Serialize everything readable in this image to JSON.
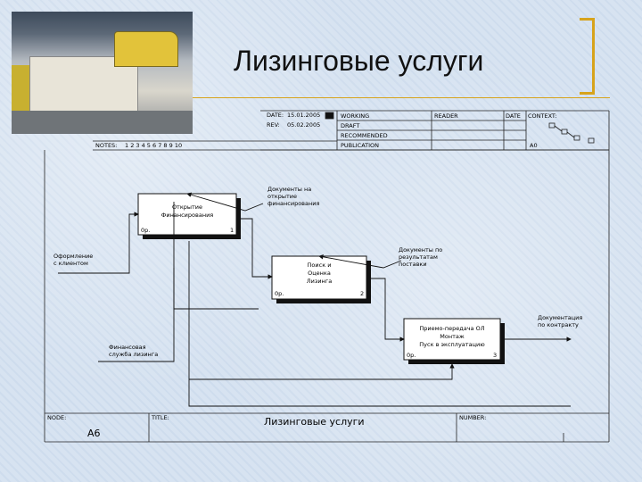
{
  "slide": {
    "title": "Лизинговые услуги"
  },
  "header": {
    "date_label": "DATE:",
    "date_value": "15.01.2005",
    "rev_label": "REV:",
    "rev_value": "05.02.2005",
    "notes_label": "NOTES:",
    "notes_values": "1 2 3 4 5 6 7 8 9 10",
    "status": [
      "WORKING",
      "DRAFT",
      "RECOMMENDED",
      "PUBLICATION"
    ],
    "reader_label": "READER",
    "date2_label": "DATE",
    "context_label": "CONTEXT:",
    "node_code": "A0"
  },
  "activities": [
    {
      "label_line1": "Открытие",
      "label_line2": "Финансирования",
      "cost": "0р.",
      "number": "1"
    },
    {
      "label_line1": "Поиск и",
      "label_line2": "Оценка",
      "label_line3": "Лизинга",
      "cost": "0р.",
      "number": "2"
    },
    {
      "label_line1": "Приемо-передача ОЛ",
      "label_line2": "Монтаж",
      "label_line3": "Пуск в эксплуатацию",
      "cost": "0р.",
      "number": "3"
    }
  ],
  "arrows": {
    "docs_financing_line1": "Документы на",
    "docs_financing_line2": "открытие",
    "docs_financing_line3": "финансирования",
    "leasing_design_line1": "Оформление",
    "leasing_design_line2": "с клиентом",
    "docs_result_line1": "Документы по",
    "docs_result_line2": "результатам",
    "docs_result_line3": "поставки",
    "docs_maintenance_line1": "Документация",
    "docs_maintenance_line2": "по контракту",
    "finance_line1": "Финансовая",
    "finance_line2": "служба лизинга"
  },
  "footer": {
    "node_label": "NODE:",
    "node_value": "A6",
    "title_label": "TITLE:",
    "title_value": "Лизинговые услуги",
    "number_label": "NUMBER:"
  },
  "colors": {
    "background": "#d7e3f1",
    "accent": "#d7a31b"
  }
}
